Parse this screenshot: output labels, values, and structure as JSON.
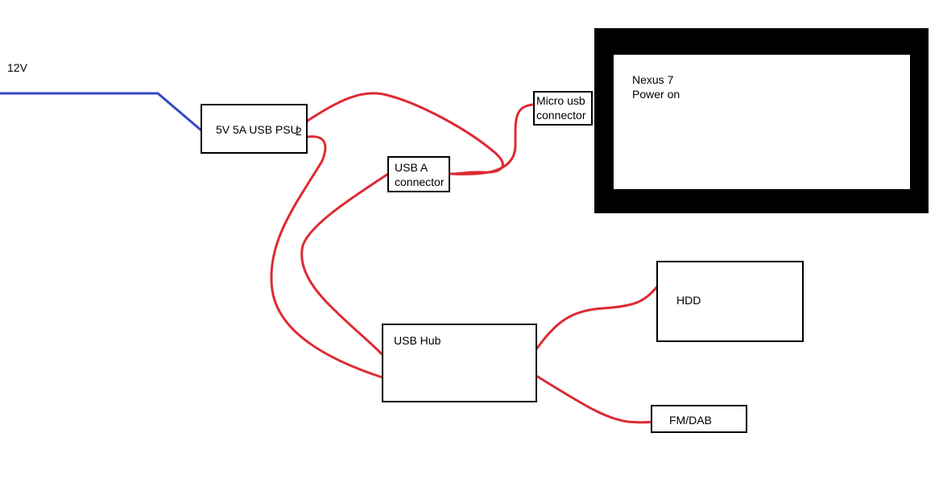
{
  "labels": {
    "input_voltage": "12V",
    "psu": "5V 5A USB PSU",
    "psu_port": "2",
    "usb_a": "USB A\nconnector",
    "micro_usb": "Micro usb\nconnector",
    "nexus": "Nexus 7\nPower on",
    "hub": "USB Hub",
    "hdd": "HDD",
    "radio": "FM/DAB"
  },
  "colors": {
    "power_wire": "#3347c4",
    "usb_cable": "#dd2a33",
    "tablet_bezel": "#000000",
    "lightning": "#f5c518"
  },
  "icons": [
    "lightning-bolt-icon"
  ]
}
